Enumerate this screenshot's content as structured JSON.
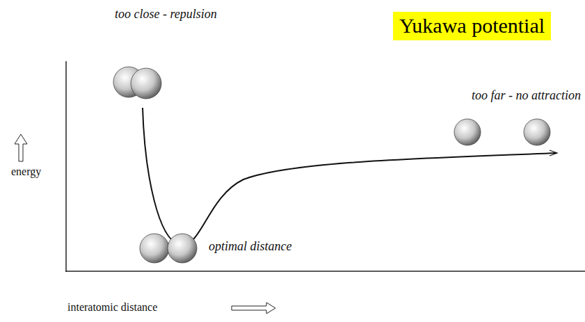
{
  "diagram": {
    "title": "Yukawa potential",
    "labels": [
      "too close - repulsion",
      "too far - no attraction",
      "optimal distance",
      "energy",
      "interatomic distance"
    ]
  }
}
